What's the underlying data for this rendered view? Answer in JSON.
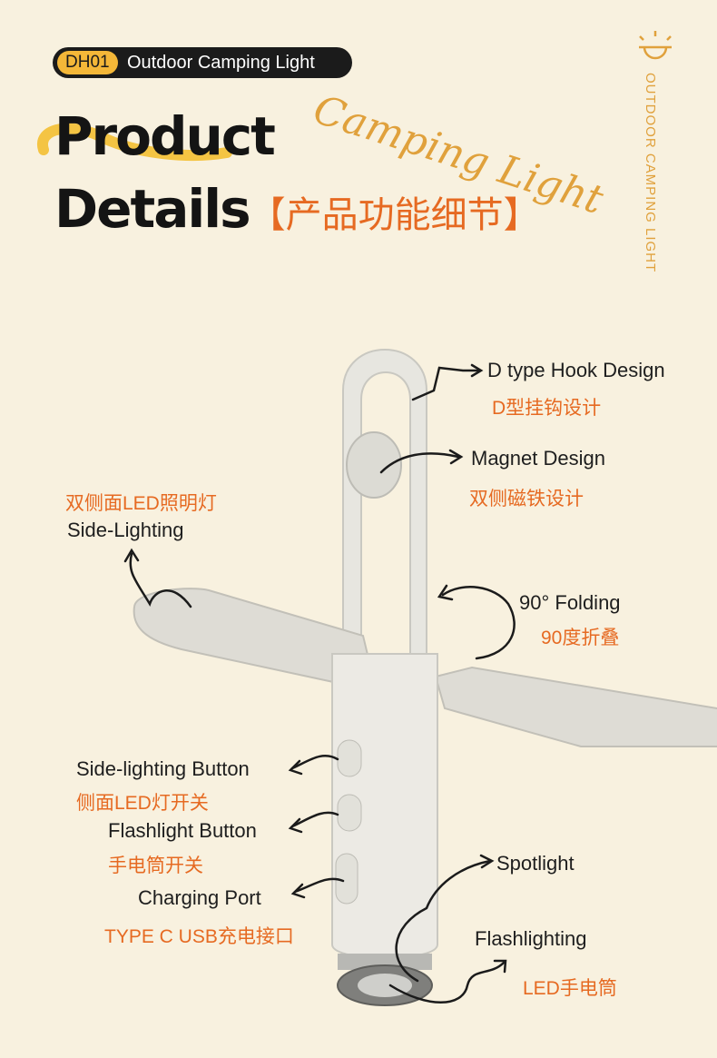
{
  "header": {
    "badge_code": "DH01",
    "badge_text": "Outdoor Camping Light",
    "title_line1": "Product",
    "title_line2": "Details",
    "title_cn": "【产品功能细节】",
    "script_text": "Camping Light",
    "vertical_text": "OUTDOOR CAMPING LIGHT"
  },
  "features": {
    "hook_en": "D type Hook Design",
    "hook_zh": "D型挂钩设计",
    "magnet_en": "Magnet Design",
    "magnet_zh": "双侧磁铁设计",
    "side_zh": "双侧面LED照明灯",
    "side_en": "Side-Lighting",
    "fold_en": "90° Folding",
    "fold_zh": "90度折叠",
    "side_button_en": "Side-lighting Button",
    "side_button_zh": "侧面LED灯开关",
    "flash_button_en": "Flashlight Button",
    "flash_button_zh": "手电筒开关",
    "port_en": "Charging Port",
    "port_zh": "TYPE C USB充电接口",
    "spot_en": "Spotlight",
    "flashlighting_en": "Flashlighting",
    "flashlighting_zh": "LED手电筒"
  },
  "colors": {
    "background": "#f8f1df",
    "accent_orange": "#e66a22",
    "accent_gold": "#f4b738",
    "dark": "#1b1b1b"
  }
}
